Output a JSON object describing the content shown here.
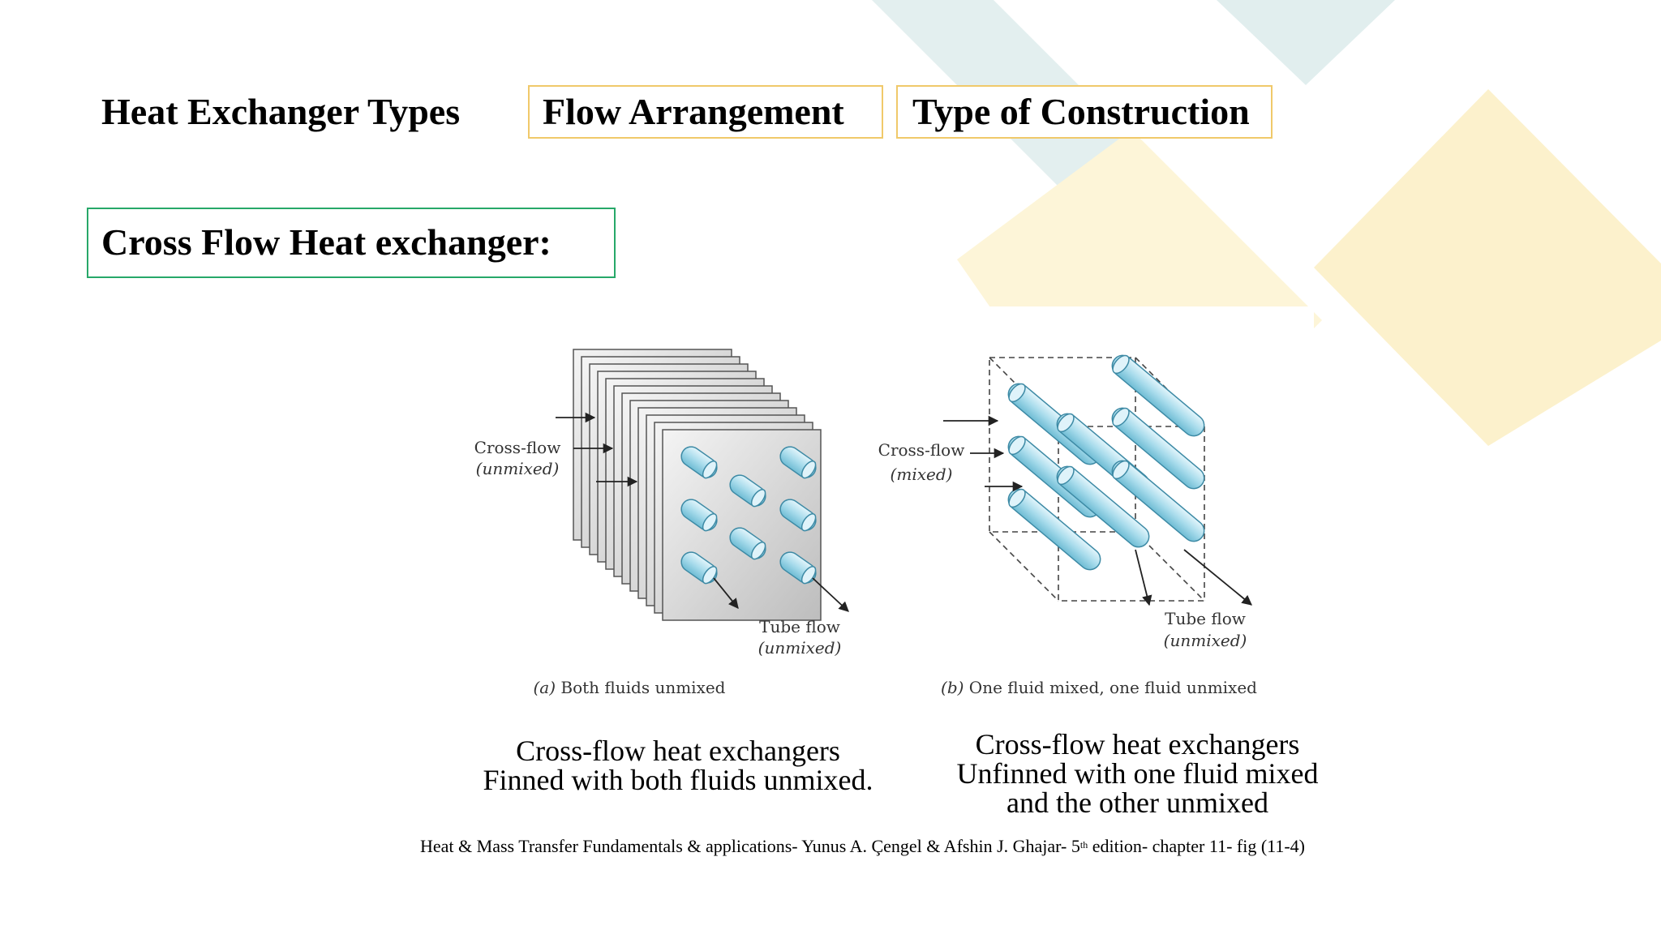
{
  "header": {
    "title": "Heat Exchanger Types",
    "tabs": [
      {
        "label": "Flow Arrangement"
      },
      {
        "label": "Type of Construction"
      }
    ]
  },
  "section": {
    "title": "Cross Flow Heat exchanger:"
  },
  "figure": {
    "a": {
      "crossflow_label": "Cross-flow",
      "crossflow_note": "(unmixed)",
      "tube_label": "Tube flow",
      "tube_note": "(unmixed)",
      "caption_prefix": "(a)",
      "caption": "Both fluids unmixed"
    },
    "b": {
      "crossflow_label": "Cross-flow",
      "crossflow_note": "(mixed)",
      "tube_label": "Tube flow",
      "tube_note": "(unmixed)",
      "caption_prefix": "(b)",
      "caption": "One fluid mixed, one fluid unmixed"
    }
  },
  "captions": {
    "a": [
      "Cross-flow heat exchangers",
      "Finned with both fluids unmixed."
    ],
    "b": [
      "Cross-flow heat exchangers",
      "Unfinned with one fluid mixed",
      "and the other unmixed"
    ]
  },
  "reference": {
    "text_before": "Heat & Mass Transfer Fundamentals & applications- Yunus A. Çengel & Afshin J. Ghajar- 5",
    "superscript": "th",
    "text_after": " edition- chapter 11- fig (11-4)"
  },
  "colors": {
    "accent_yellow": "#f0c96a",
    "accent_green": "#27a869",
    "deco_yellow": "#fdf4d4",
    "deco_teal": "#e1eeee",
    "tube_blue": "#a9dcec"
  }
}
